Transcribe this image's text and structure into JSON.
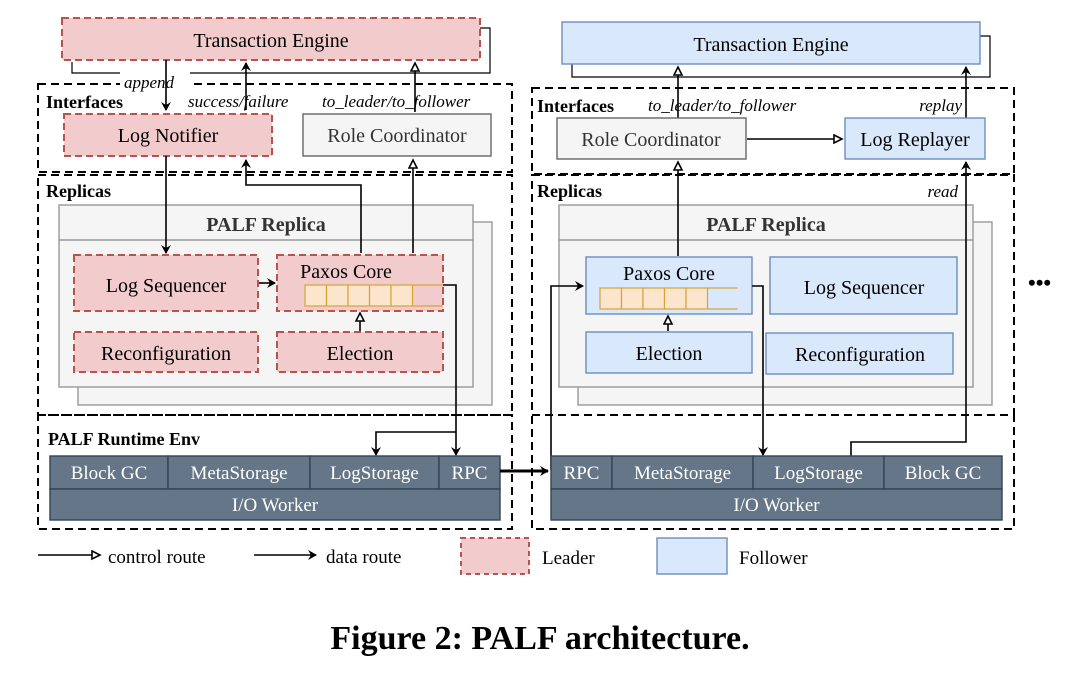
{
  "caption": "Figure 2: PALF architecture.",
  "colors": {
    "leader_fill": "#f2cccc",
    "leader_border": "#b85450",
    "follower_fill": "#dae8fc",
    "follower_border": "#6c8ebf",
    "neutral_fill": "#f5f5f5",
    "neutral_border": "#666666",
    "runtime_fill": "#647687",
    "runtime_border": "#314354",
    "log_cell_fill": "#fce5cd",
    "log_cell_border": "#d6a33a"
  },
  "leader": {
    "transaction_engine": "Transaction Engine",
    "interfaces_label": "Interfaces",
    "log_notifier": "Log Notifier",
    "role_coordinator": "Role Coordinator",
    "edge_append": "append",
    "edge_success_failure": "success/failure",
    "edge_to_leader_follower": "to_leader/to_follower",
    "replicas_label": "Replicas",
    "palf_replica": "PALF Replica",
    "log_sequencer": "Log Sequencer",
    "paxos_core": "Paxos Core",
    "reconfiguration": "Reconfiguration",
    "election": "Election",
    "runtime_label": "PALF Runtime Env",
    "runtime_modules": [
      "Block GC",
      "MetaStorage",
      "LogStorage",
      "RPC"
    ],
    "io_worker": "I/O Worker"
  },
  "follower": {
    "transaction_engine": "Transaction Engine",
    "interfaces_label": "Interfaces",
    "role_coordinator": "Role Coordinator",
    "log_replayer": "Log Replayer",
    "edge_to_leader_follower": "to_leader/to_follower",
    "edge_replay": "replay",
    "edge_read": "read",
    "replicas_label": "Replicas",
    "palf_replica": "PALF Replica",
    "paxos_core": "Paxos Core",
    "log_sequencer": "Log Sequencer",
    "election": "Election",
    "reconfiguration": "Reconfiguration",
    "runtime_modules": [
      "RPC",
      "MetaStorage",
      "LogStorage",
      "Block GC"
    ],
    "io_worker": "I/O Worker"
  },
  "more_indicator": "•••",
  "legend": {
    "control_route": "control route",
    "data_route": "data route",
    "leader": "Leader",
    "follower": "Follower"
  }
}
